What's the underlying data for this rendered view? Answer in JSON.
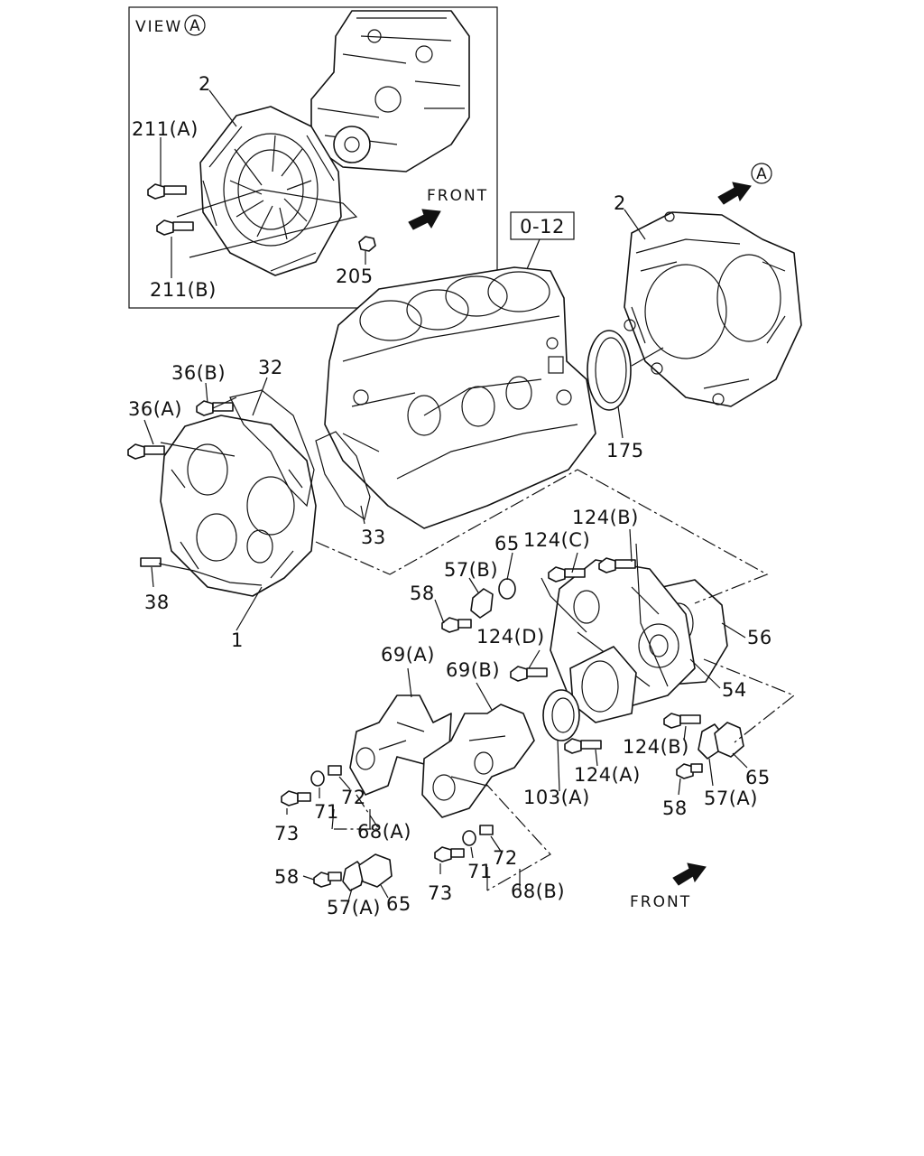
{
  "inset": {
    "title": "VIEW",
    "ref": "A"
  },
  "front_labels": [
    "FRONT",
    "FRONT"
  ],
  "view_marker": "A",
  "ref_box": "0-12",
  "callouts": {
    "c2_inset": "2",
    "c211A": "211(A)",
    "c211B": "211(B)",
    "c205": "205",
    "c2": "2",
    "c175": "175",
    "c36B": "36(B)",
    "c36A": "36(A)",
    "c32": "32",
    "c33": "33",
    "c38": "38",
    "c1": "1",
    "c124B_top": "124(B)",
    "c124C": "124(C)",
    "c65_top": "65",
    "c57B": "57(B)",
    "c58_top": "58",
    "c56": "56",
    "c124D": "124(D)",
    "c54": "54",
    "c69A": "69(A)",
    "c69B": "69(B)",
    "c124B_low": "124(B)",
    "c124A": "124(A)",
    "c65_right": "65",
    "c103A": "103(A)",
    "c57A_right": "57(A)",
    "c58_right": "58",
    "c73_left": "73",
    "c71_left": "71",
    "c72_left": "72",
    "c68A": "68(A)",
    "c73_mid": "73",
    "c71_mid": "71",
    "c72_mid": "72",
    "c68B": "68(B)",
    "c58_low": "58",
    "c57A_low": "57(A)",
    "c65_low": "65"
  }
}
